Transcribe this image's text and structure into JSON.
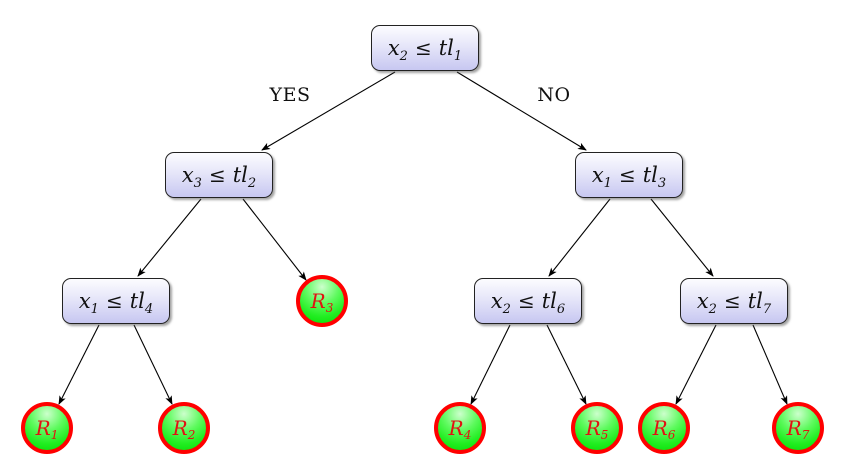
{
  "figure": {
    "kind": "binary-decision-tree",
    "edge_labels": {
      "yes": "YES",
      "no": "NO"
    },
    "decision_nodes": {
      "n1": {
        "variable": "x",
        "variable_sub": "2",
        "operator": "≤",
        "threshold": "tl",
        "threshold_sub": "1"
      },
      "n2": {
        "variable": "x",
        "variable_sub": "3",
        "operator": "≤",
        "threshold": "tl",
        "threshold_sub": "2"
      },
      "n3": {
        "variable": "x",
        "variable_sub": "1",
        "operator": "≤",
        "threshold": "tl",
        "threshold_sub": "3"
      },
      "n4": {
        "variable": "x",
        "variable_sub": "1",
        "operator": "≤",
        "threshold": "tl",
        "threshold_sub": "4"
      },
      "n6": {
        "variable": "x",
        "variable_sub": "2",
        "operator": "≤",
        "threshold": "tl",
        "threshold_sub": "6"
      },
      "n7": {
        "variable": "x",
        "variable_sub": "2",
        "operator": "≤",
        "threshold": "tl",
        "threshold_sub": "7"
      }
    },
    "leaf_nodes": {
      "r1": {
        "label": "R",
        "sub": "1"
      },
      "r2": {
        "label": "R",
        "sub": "2"
      },
      "r3": {
        "label": "R",
        "sub": "3"
      },
      "r4": {
        "label": "R",
        "sub": "4"
      },
      "r5": {
        "label": "R",
        "sub": "5"
      },
      "r6": {
        "label": "R",
        "sub": "6"
      },
      "r7": {
        "label": "R",
        "sub": "7"
      }
    },
    "edges": [
      {
        "from": "n1",
        "to": "n2",
        "label": "YES"
      },
      {
        "from": "n1",
        "to": "n3",
        "label": "NO"
      },
      {
        "from": "n2",
        "to": "n4"
      },
      {
        "from": "n2",
        "to": "r3"
      },
      {
        "from": "n4",
        "to": "r1"
      },
      {
        "from": "n4",
        "to": "r2"
      },
      {
        "from": "n3",
        "to": "n6"
      },
      {
        "from": "n3",
        "to": "n7"
      },
      {
        "from": "n6",
        "to": "r4"
      },
      {
        "from": "n6",
        "to": "r5"
      },
      {
        "from": "n7",
        "to": "r6"
      },
      {
        "from": "n7",
        "to": "r7"
      }
    ],
    "colors": {
      "decision_fill_top": "#fcfcff",
      "decision_fill_bottom": "#c7c7f1",
      "decision_border": "#222222",
      "leaf_fill": "#22ee22",
      "leaf_border": "#ff0000",
      "leaf_text": "#e11212",
      "edge_stroke": "#000000",
      "background": "#ffffff"
    }
  }
}
